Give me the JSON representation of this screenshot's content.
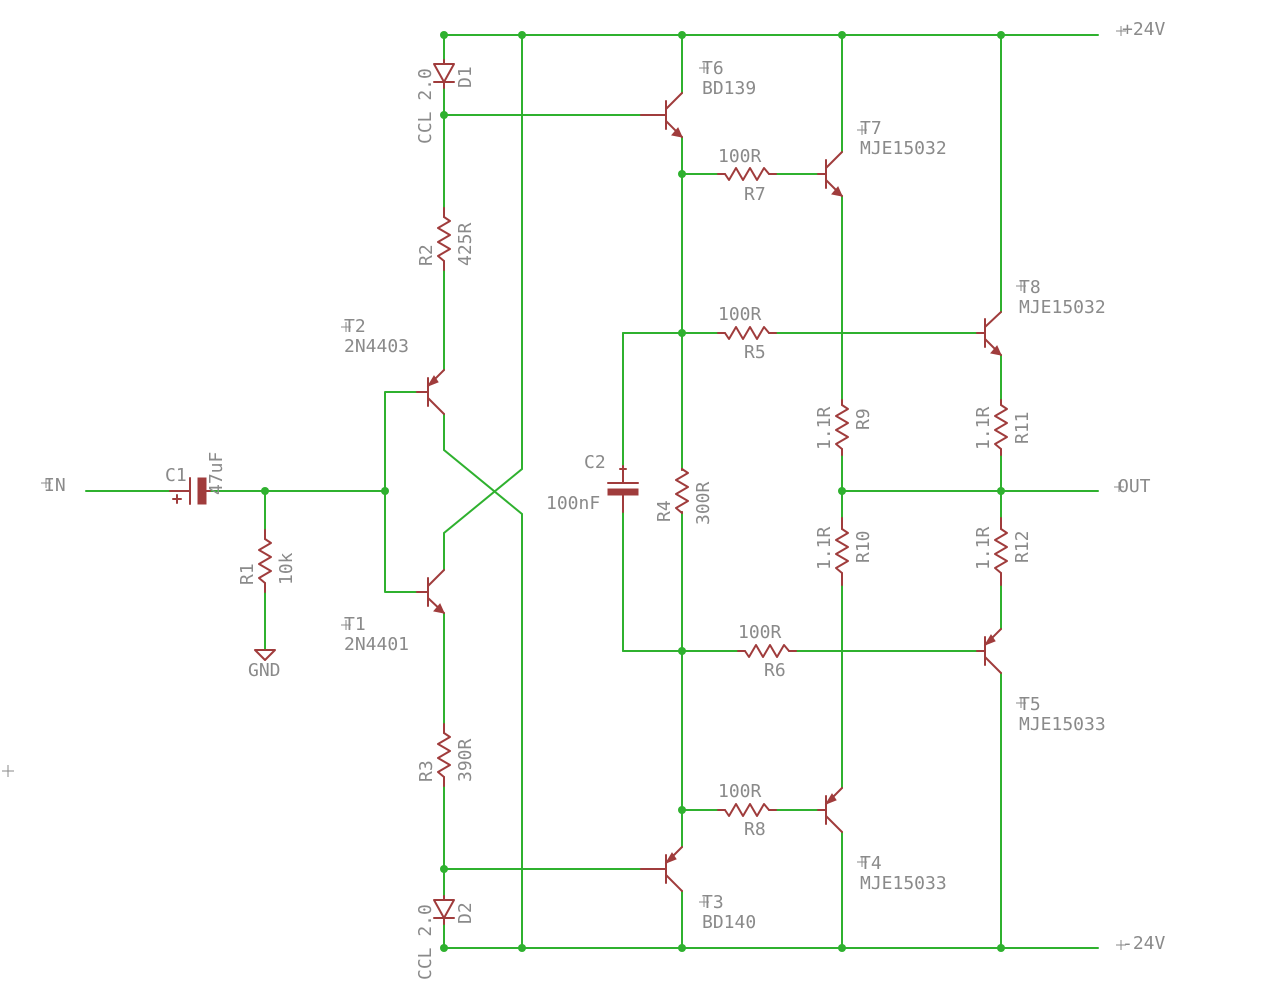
{
  "nets": {
    "vpos": "+24V",
    "vneg": "-24V",
    "input": "IN",
    "output": "OUT",
    "ground": "GND"
  },
  "components": {
    "C1": {
      "name": "C1",
      "value": "47uF"
    },
    "R1": {
      "name": "R1",
      "value": "10k"
    },
    "R2": {
      "name": "R2",
      "value": "425R"
    },
    "R3": {
      "name": "R3",
      "value": "390R"
    },
    "D1": {
      "name": "D1",
      "value": "CCL 2.0"
    },
    "D2": {
      "name": "D2",
      "value": "CCL 2.0"
    },
    "T1": {
      "name": "T1",
      "value": "2N4401"
    },
    "T2": {
      "name": "T2",
      "value": "2N4403"
    },
    "T3": {
      "name": "T3",
      "value": "BD140"
    },
    "T4": {
      "name": "T4",
      "value": "MJE15033"
    },
    "T5": {
      "name": "T5",
      "value": "MJE15033"
    },
    "T6": {
      "name": "T6",
      "value": "BD139"
    },
    "T7": {
      "name": "T7",
      "value": "MJE15032"
    },
    "T8": {
      "name": "T8",
      "value": "MJE15032"
    },
    "C2": {
      "name": "C2",
      "value": "100nF"
    },
    "R4": {
      "name": "R4",
      "value": "300R"
    },
    "R5": {
      "name": "R5",
      "value": "100R"
    },
    "R6": {
      "name": "R6",
      "value": "100R"
    },
    "R7": {
      "name": "R7",
      "value": "100R"
    },
    "R8": {
      "name": "R8",
      "value": "100R"
    },
    "R9": {
      "name": "R9",
      "value": "1.1R"
    },
    "R10": {
      "name": "R10",
      "value": "1.1R"
    },
    "R11": {
      "name": "R11",
      "value": "1.1R"
    },
    "R12": {
      "name": "R12",
      "value": "1.1R"
    }
  },
  "colors": {
    "wire": "#2fb12f",
    "component": "#a03c3c",
    "text": "#8a8a8a",
    "background": "#ffffff"
  }
}
